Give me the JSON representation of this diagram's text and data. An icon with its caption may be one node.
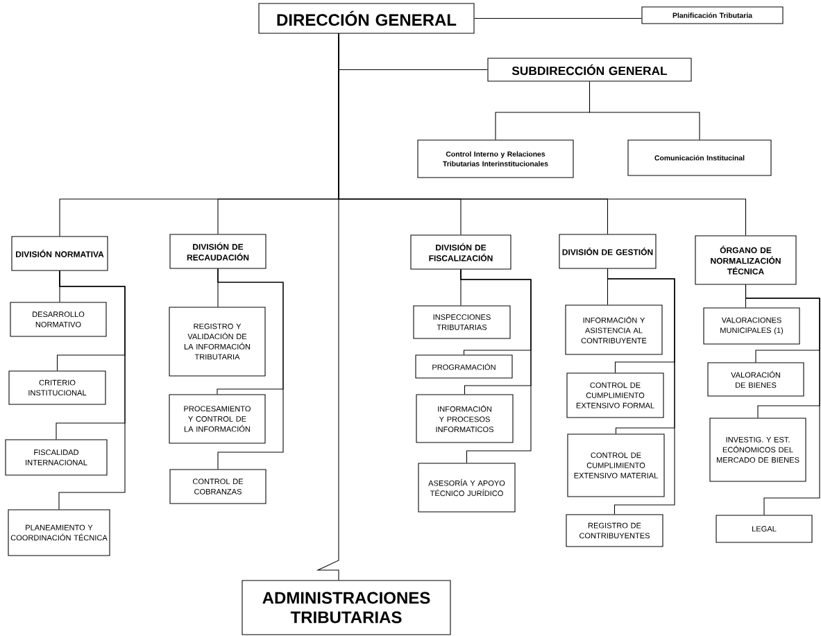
{
  "diagram": {
    "nodes": [
      {
        "text": [
          "DIRECCIÓN GENERAL"
        ]
      },
      {
        "text": [
          "Planificación Tributaria"
        ]
      },
      {
        "text": [
          "SUBDIRECCIÓN GENERAL"
        ]
      },
      {
        "text": [
          "Control Interno y Relaciones Tributarias Interinstitucionales"
        ]
      },
      {
        "text": [
          "Comunicación Institucinal"
        ]
      },
      {
        "text": [
          "DIVISIÓN NORMATIVA"
        ]
      },
      {
        "text": [
          "DIVISIÓN DE RECAUDACIÓN"
        ]
      },
      {
        "text": [
          "DIVISIÓN DE FISCALIZACIÓN"
        ]
      },
      {
        "text": [
          "DIVISIÓN DE GESTIÓN"
        ]
      },
      {
        "text": [
          "ÓRGANO DE NORMALIZACIÓN TÉCNICA"
        ]
      },
      {
        "text": [
          "DESARROLLO NORMATIVO"
        ]
      },
      {
        "text": [
          "CRITERIO INSTITUCIONAL"
        ]
      },
      {
        "text": [
          "FISCALIDAD INTERNACIONAL"
        ]
      },
      {
        "text": [
          "PLANEAMIENTO Y COORDINACIÓN TÉCNICA"
        ]
      },
      {
        "text": [
          "REGISTRO Y VALIDACIÓN DE LA INFORMACIÓN TRIBUTARIA"
        ]
      },
      {
        "text": [
          "PROCESAMIENTO Y CONTROL DE LA INFORMACIÓN"
        ]
      },
      {
        "text": [
          "CONTROL DE COBRANZAS"
        ]
      },
      {
        "text": [
          "INSPECCIONES TRIBUTARIAS"
        ]
      },
      {
        "text": [
          "PROGRAMACIÓN"
        ]
      },
      {
        "text": [
          "INFORMACIÓN Y PROCESOS INFORMATICOS"
        ]
      },
      {
        "text": [
          "ASESORÍA Y APOYO TÉCNICO JURÍDICO"
        ]
      },
      {
        "text": [
          "INFORMACIÓN Y ASISTENCIA AL CONTRIBUYENTE"
        ]
      },
      {
        "text": [
          "CONTROL DE CUMPLIMIENTO EXTENSIVO FORMAL"
        ]
      },
      {
        "text": [
          "CONTROL DE CUMPLIMIENTO EXTENSIVO MATERIAL"
        ]
      },
      {
        "text": [
          "REGISTRO DE CONTRIBUYENTES"
        ]
      },
      {
        "text": [
          "VALORACIONES MUNICIPALES (1)"
        ]
      },
      {
        "text": [
          "VALORACIÓN DE BIENES"
        ]
      },
      {
        "text": [
          "INVESTIG. Y EST. ECÓNOMICOS DEL MERCADO DE BIENES"
        ]
      },
      {
        "text": [
          "LEGAL"
        ]
      },
      {
        "text": [
          "ADMINISTRACIONES TRIBUTARIAS"
        ]
      }
    ],
    "edges": [
      {
        "from": 0,
        "to": 1,
        "arrow": "none"
      },
      {
        "from": 0,
        "to": 2,
        "arrow": "none"
      },
      {
        "from": 2,
        "to": 3,
        "arrow": "none"
      },
      {
        "from": 2,
        "to": 4,
        "arrow": "none"
      },
      {
        "from": 0,
        "to": 5,
        "arrow": "none"
      },
      {
        "from": 0,
        "to": 6,
        "arrow": "none"
      },
      {
        "from": 0,
        "to": 7,
        "arrow": "none"
      },
      {
        "from": 0,
        "to": 8,
        "arrow": "none"
      },
      {
        "from": 0,
        "to": 9,
        "arrow": "none"
      },
      {
        "from": 5,
        "to": 10,
        "arrow": "none"
      },
      {
        "from": 5,
        "to": 11,
        "arrow": "none"
      },
      {
        "from": 5,
        "to": 12,
        "arrow": "none"
      },
      {
        "from": 5,
        "to": 13,
        "arrow": "none"
      },
      {
        "from": 6,
        "to": 14,
        "arrow": "none"
      },
      {
        "from": 6,
        "to": 15,
        "arrow": "none"
      },
      {
        "from": 6,
        "to": 16,
        "arrow": "none"
      },
      {
        "from": 7,
        "to": 17,
        "arrow": "none"
      },
      {
        "from": 7,
        "to": 18,
        "arrow": "none"
      },
      {
        "from": 7,
        "to": 19,
        "arrow": "none"
      },
      {
        "from": 7,
        "to": 20,
        "arrow": "none"
      },
      {
        "from": 8,
        "to": 21,
        "arrow": "none"
      },
      {
        "from": 8,
        "to": 22,
        "arrow": "none"
      },
      {
        "from": 8,
        "to": 23,
        "arrow": "none"
      },
      {
        "from": 8,
        "to": 24,
        "arrow": "none"
      },
      {
        "from": 9,
        "to": 25,
        "arrow": "none"
      },
      {
        "from": 9,
        "to": 26,
        "arrow": "none"
      },
      {
        "from": 9,
        "to": 27,
        "arrow": "none"
      },
      {
        "from": 9,
        "to": 28,
        "arrow": "none"
      },
      {
        "from": 0,
        "to": 29,
        "arrow": "none"
      }
    ]
  }
}
